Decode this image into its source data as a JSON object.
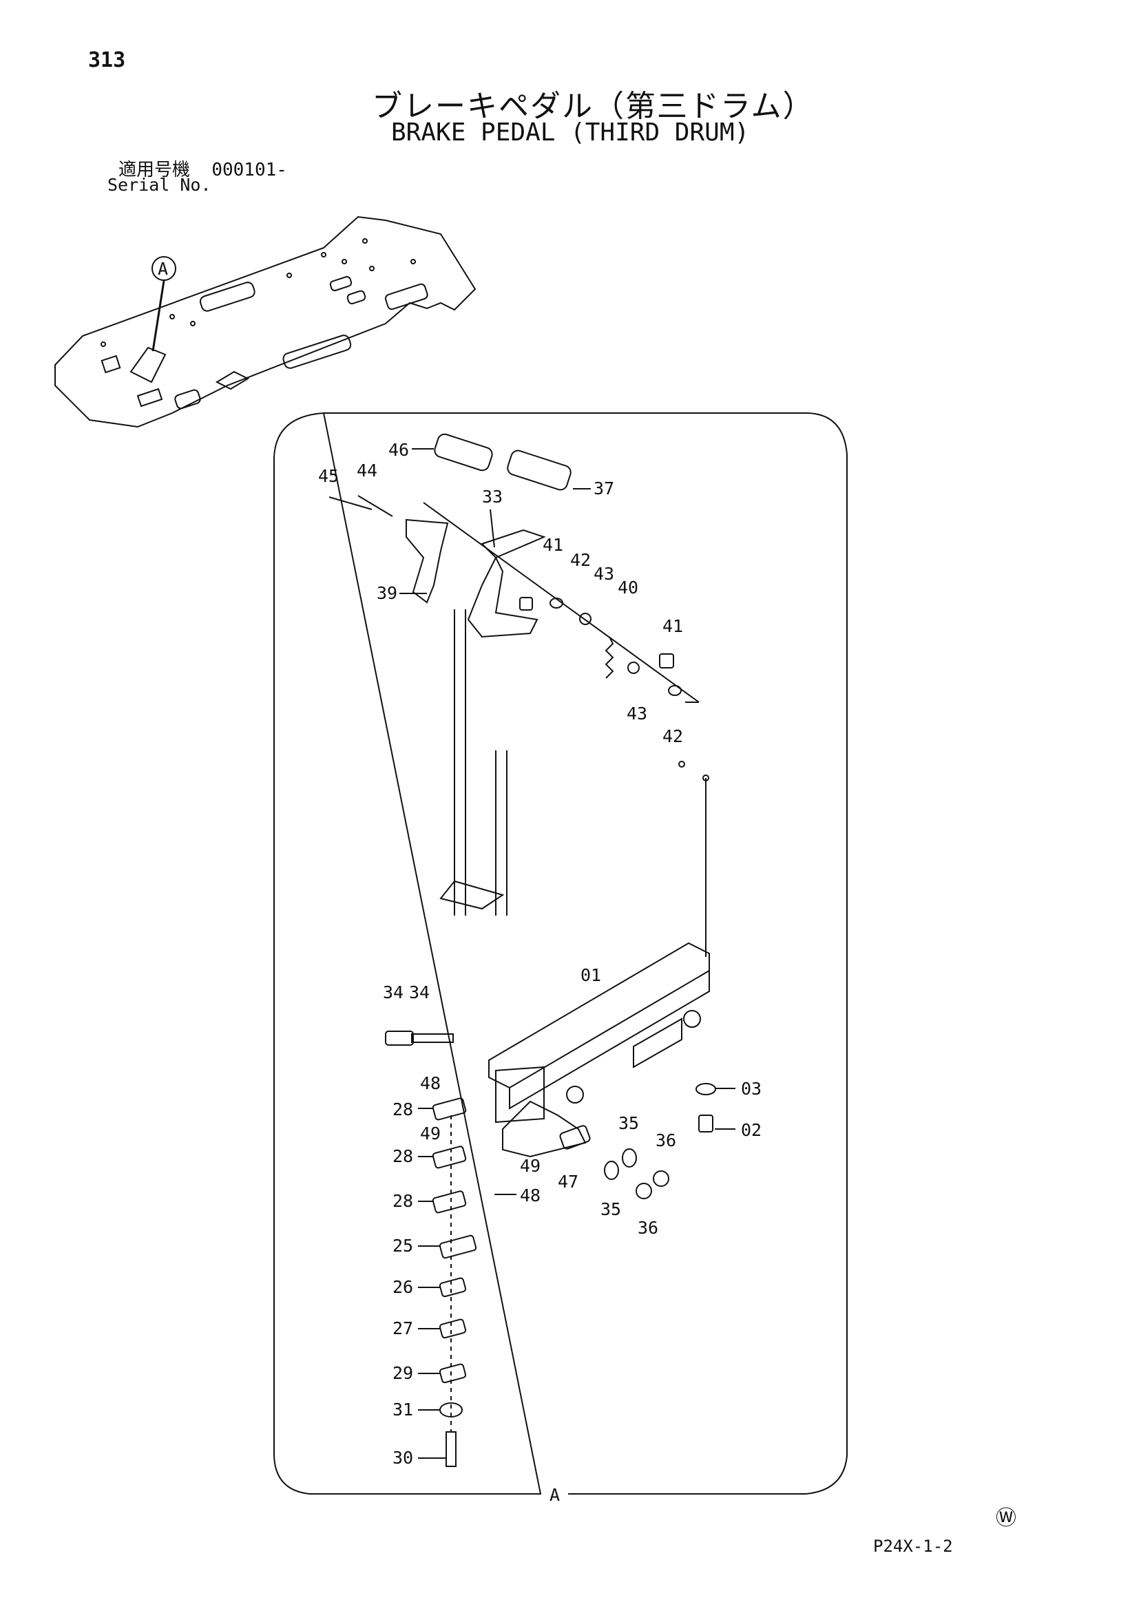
{
  "page": {
    "number": "313",
    "title_jp": "ブレーキペダル（第三ドラム）",
    "title_en": "BRAKE PEDAL (THIRD DRUM)",
    "serial_label_jp": "適用号機",
    "serial_value": "000101-",
    "serial_label_en": "Serial No."
  },
  "overview": {
    "detail_marker": "A"
  },
  "detail": {
    "frame_label": "A",
    "part_labels": [
      "46",
      "37",
      "45",
      "44",
      "33",
      "41",
      "42",
      "43",
      "40",
      "41",
      "39",
      "43",
      "42",
      "01",
      "34",
      "34",
      "48",
      "03",
      "28",
      "49",
      "02",
      "35",
      "36",
      "28",
      "49",
      "47",
      "48",
      "35",
      "36",
      "28",
      "25",
      "26",
      "27",
      "29",
      "31",
      "30"
    ]
  },
  "footer": {
    "symbol": "Ⓦ",
    "drawing_code": "P24X-1-2"
  }
}
